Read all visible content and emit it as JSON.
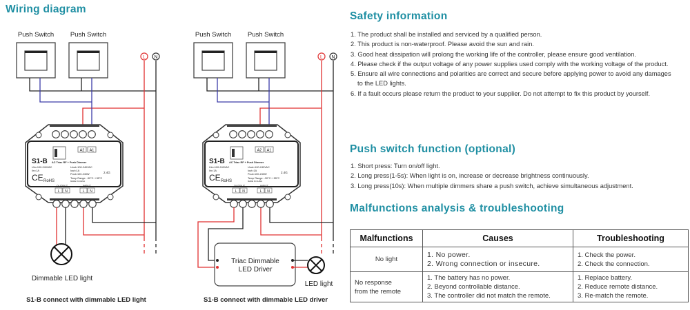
{
  "wiring": {
    "title": "Wiring diagram",
    "push_switch_label": "Push Switch",
    "live_label": "L",
    "neutral_label": "N",
    "device": {
      "model": "S1-B",
      "subtitle": "AC Triac RF + Push Dimmer",
      "uin": "Uin=100-240VAC",
      "iin": "Iin=1A",
      "uout": "Uout=100-240VAC",
      "iout": "Iout=1A",
      "pout": "Pout=100-240W",
      "temp": "Temp Range: -30°C~+55°C",
      "made": "MADE IN CHINA",
      "rf": "2.4G",
      "ce": "CE",
      "rohs": "RoHS",
      "output": "OUTPUT",
      "input": "INPUT",
      "l": "L",
      "n": "N",
      "a1": "A1",
      "a2": "A2"
    },
    "left": {
      "lamp_label": "Dimmable LED light",
      "caption": "S1-B connect with dimmable LED light"
    },
    "right": {
      "driver_label_1": "Triac Dimmable",
      "driver_label_2": "LED Driver",
      "lamp_label": "LED light",
      "caption": "S1-B connect with dimmable LED driver"
    },
    "colors": {
      "live": "#e03030",
      "neutral": "#222222",
      "switch": "#3a3aa8",
      "heading": "#1f8fa3"
    }
  },
  "safety": {
    "title": "Safety information",
    "items": [
      "1. The product shall be installed and serviced by a qualified person.",
      "2. This product is non-waterproof. Please avoid the sun and rain.",
      "3. Good heat dissipation will prolong the working life of the controller, please ensure good ventilation.",
      "4. Please check if the output voltage of any power supplies used comply with the working voltage of the product.",
      "5. Ensure all wire connections and polarities are correct and secure before applying power to avoid any damages to the LED lights.",
      "6. If a fault occurs please return the product to your supplier. Do not attempt to fix this product by yourself."
    ]
  },
  "push_switch": {
    "title": "Push switch function (optional)",
    "items": [
      "1. Short press: Turn on/off light.",
      "2. Long press(1-5s): When light is on, increase or decrease brightness continuously.",
      "3. Long press(10s): When multiple dimmers share a push switch, achieve simultaneous adjustment."
    ]
  },
  "malfunctions": {
    "title": "Malfunctions analysis & troubleshooting",
    "headers": [
      "Malfunctions",
      "Causes",
      "Troubleshooting"
    ],
    "rows": [
      {
        "malfunction": "No light",
        "causes": [
          "1. No power.",
          "2. Wrong connection or insecure."
        ],
        "fixes": [
          "1. Check the power.",
          "2. Check the connection."
        ]
      },
      {
        "malfunction_1": "No response",
        "malfunction_2": "from the remote",
        "causes": [
          "1. The battery has no power.",
          "2. Beyond controllable distance.",
          "3. The controller did not match the remote."
        ],
        "fixes": [
          "1. Replace battery.",
          "2. Reduce remote distance.",
          "3. Re-match the remote."
        ]
      }
    ]
  }
}
